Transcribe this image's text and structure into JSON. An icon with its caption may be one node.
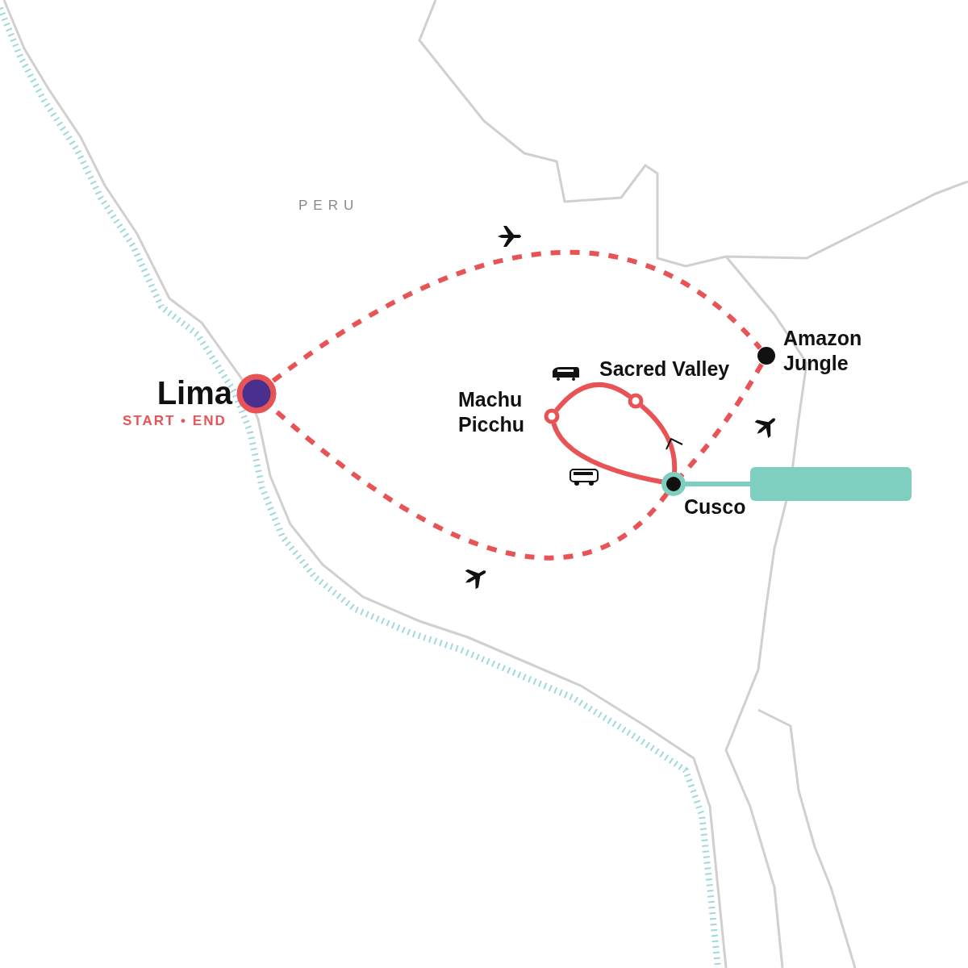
{
  "diagram": {
    "nodes": [
      {
        "text": [
          "Lima"
        ],
        "beside": [
          "START • END"
        ]
      },
      {
        "text": [
          "Amazon Jungle"
        ]
      },
      {
        "text": [
          "Sacred Valley"
        ]
      },
      {
        "text": [
          "Machu Picchu"
        ]
      },
      {
        "text": [
          "Cusco"
        ]
      },
      {
        "text": [],
        "shape": "box"
      }
    ],
    "edges": [
      {
        "from": 0,
        "to": 1,
        "arrow": "none",
        "style": "dashed"
      },
      {
        "from": 1,
        "to": 4,
        "arrow": "none",
        "style": "dashed"
      },
      {
        "from": 4,
        "to": 0,
        "arrow": "none",
        "style": "dashed"
      },
      {
        "from": 4,
        "to": 2,
        "arrow": "none"
      },
      {
        "from": 2,
        "to": 3,
        "arrow": "none"
      },
      {
        "from": 3,
        "to": 4,
        "arrow": "none"
      },
      {
        "from": 4,
        "to": 5,
        "arrow": "none",
        "color": "#7fcfc0"
      }
    ],
    "labels": [
      "PERU"
    ]
  }
}
